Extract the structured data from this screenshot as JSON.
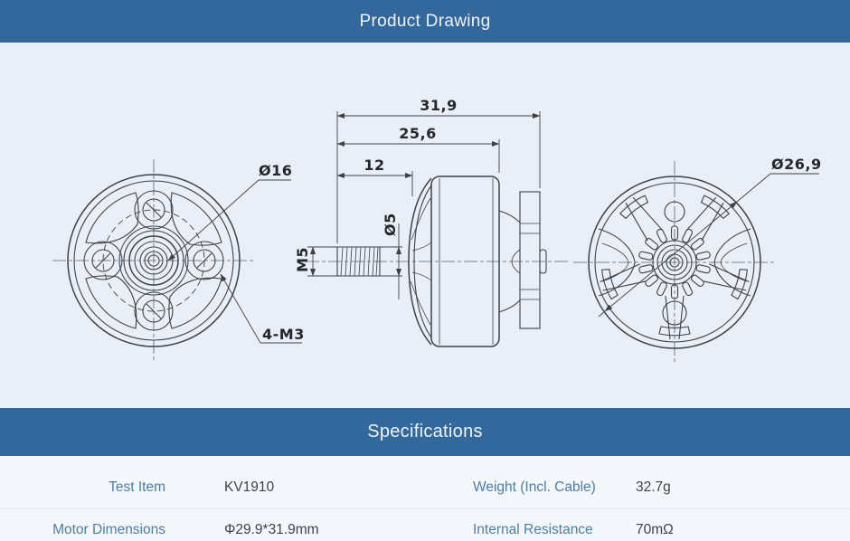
{
  "drawing": {
    "title": "Product Drawing",
    "front_view": {
      "dia_label": "Ø16",
      "mount_label": "4-M3"
    },
    "side_view": {
      "overall_length": "31,9",
      "body_length": "25,6",
      "shaft_length": "12",
      "shaft_dia": "Ø5",
      "thread_label": "M5"
    },
    "rear_view": {
      "dia_label": "Ø26,9"
    }
  },
  "specifications": {
    "title": "Specifications",
    "rows": [
      {
        "label_left": "Test Item",
        "value_left": "KV1910",
        "label_right": "Weight (Incl. Cable)",
        "value_right": "32.7g"
      },
      {
        "label_left": "Motor Dimensions",
        "value_left": "Φ29.9*31.9mm",
        "label_right": "Internal Resistance",
        "value_right": "70mΩ"
      }
    ]
  },
  "colors": {
    "header_bar": "#33689c",
    "header_text": "#eff4f9",
    "drawing_background": "#eaeef7",
    "specs_background": "#f4f7fb",
    "spec_label": "#4b7ead",
    "spec_value": "#3d434c",
    "line": "#3d4249"
  }
}
